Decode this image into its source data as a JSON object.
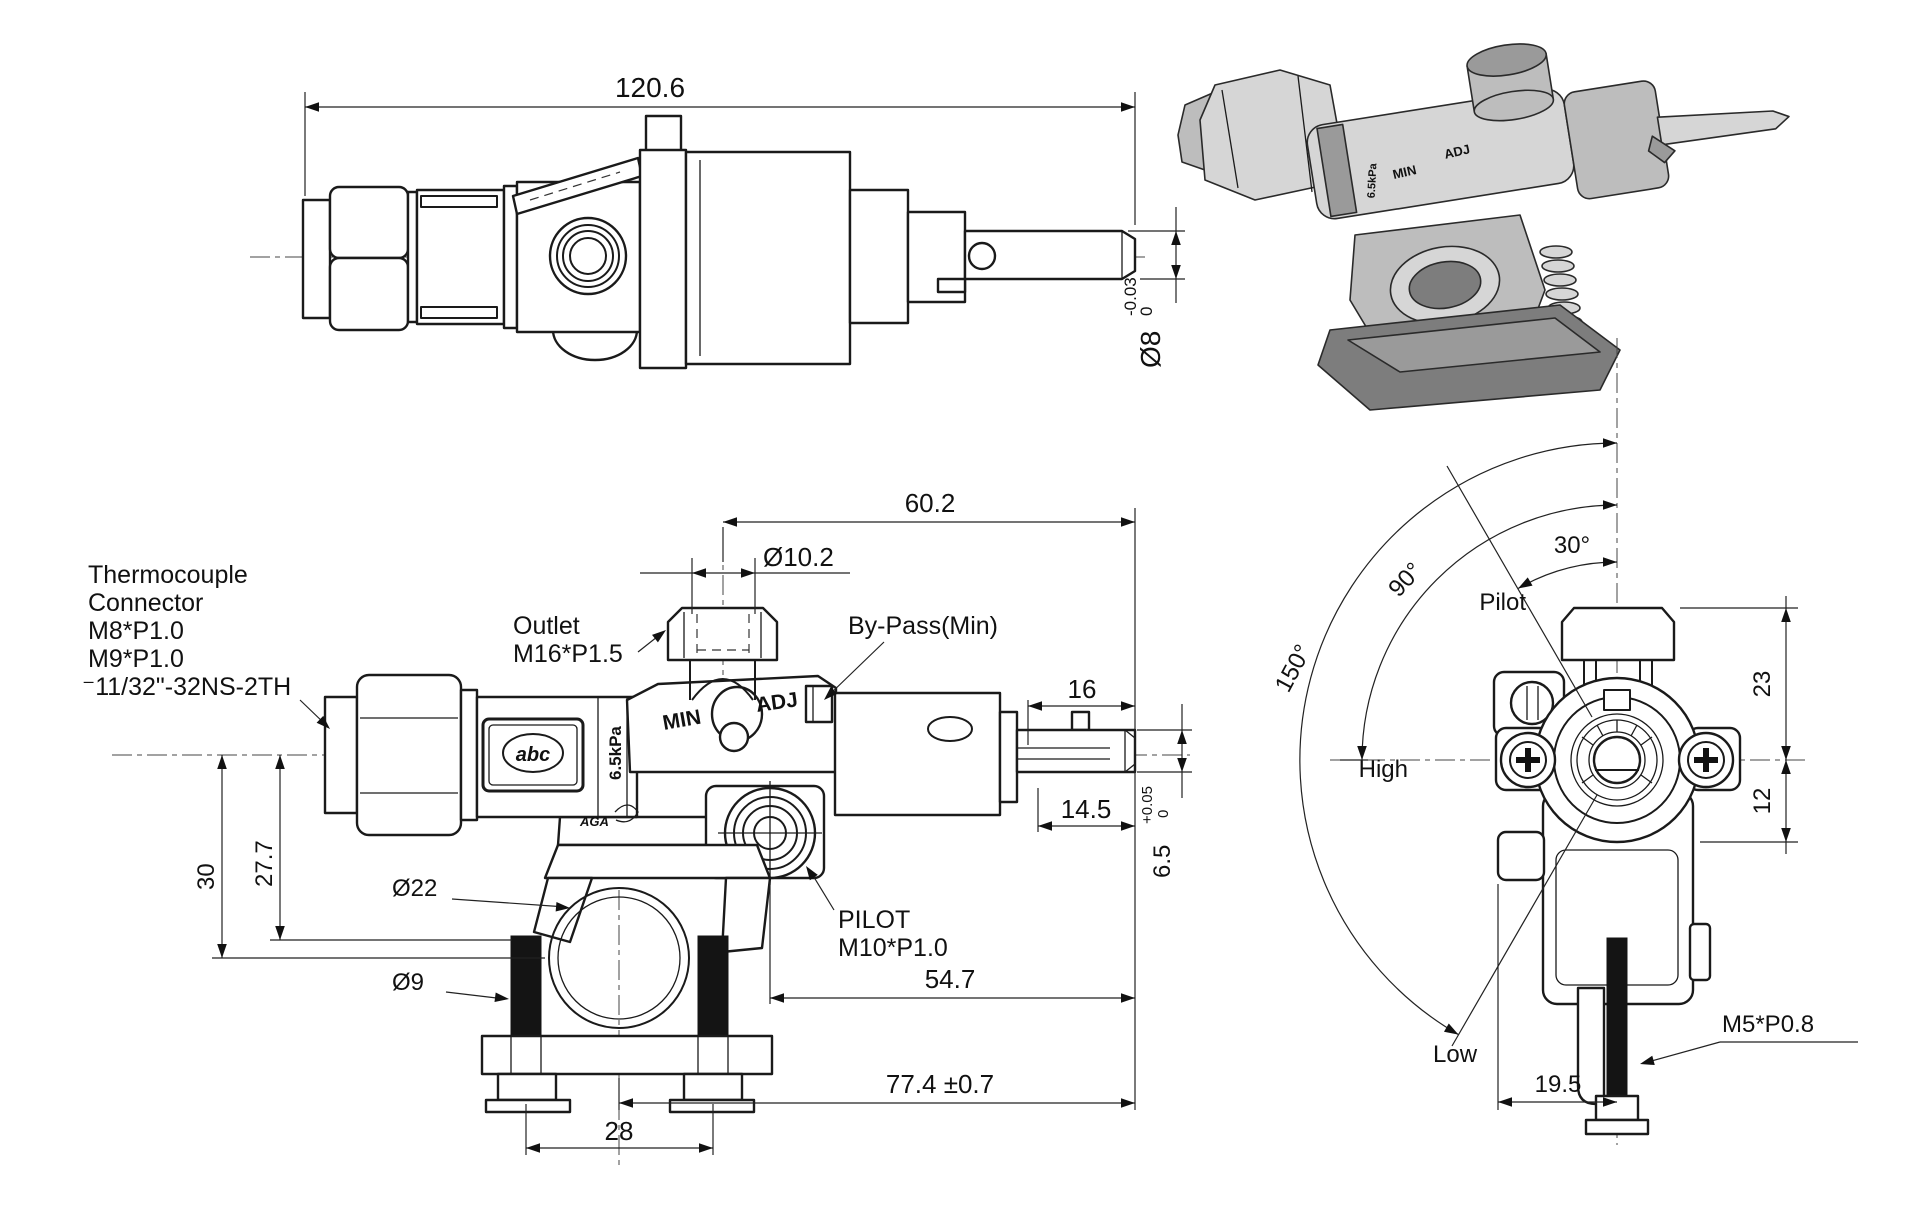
{
  "side_view": {
    "dim_overall_length": "120.6",
    "shaft_dia": "Ø8",
    "shaft_dia_tol_upper": "0",
    "shaft_dia_tol_lower": "-0.03"
  },
  "front_view": {
    "thermocouple_line1": "Thermocouple",
    "thermocouple_line2": "Connector",
    "thermocouple_line3": "M8*P1.0",
    "thermocouple_line4": "M9*P1.0",
    "thermocouple_line5": "⁻11/32\"-32NS-2TH",
    "outlet_line1": "Outlet",
    "outlet_line2": "M16*P1.5",
    "bypass_label": "By-Pass(Min)",
    "pilot_line1": "PILOT",
    "pilot_line2": "M10*P1.0",
    "dim_outlet_offset": "60.2",
    "dim_outlet_dia": "Ø10.2",
    "dim_shaft_flat": "16",
    "dim_shaft_len": "14.5",
    "dim_slot": "6.5",
    "dim_slot_tol_upper": "+0.05",
    "dim_slot_tol_lower": "0",
    "dim_pilot_to_end": "54.7",
    "dim_mount_to_end": "77.4 ±0.7",
    "dim_stud_spacing": "28",
    "dim_center_to_bore": "30",
    "dim_center_to_seat": "27.7",
    "dim_clamp_bore": "Ø22",
    "dim_stud_dia": "Ø9",
    "marking_min": "MIN",
    "marking_adj": "ADJ",
    "marking_pressure": "6.5kPa",
    "marking_logo": "abc",
    "marking_aga": "AGA"
  },
  "end_view": {
    "angle_30": "30°",
    "angle_90": "90°",
    "angle_150": "150°",
    "label_pilot": "Pilot",
    "label_high": "High",
    "label_low": "Low",
    "dim_top": "23",
    "dim_bottom": "12",
    "dim_stud_offset": "19.5",
    "thread_label": "M5*P0.8"
  }
}
